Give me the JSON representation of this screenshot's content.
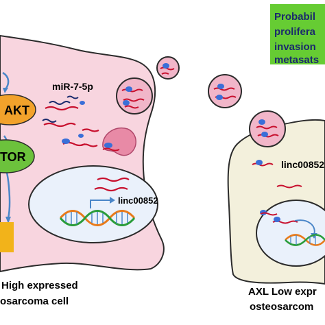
{
  "pathway": {
    "akt_label": "AKT",
    "tor_label": "TOR"
  },
  "left_cell": {
    "mirna_label": "miR-7-5p",
    "linc_label": "linc00852",
    "caption_line1": "High expressed",
    "caption_line2": "osarcoma cell"
  },
  "right_cell": {
    "linc_label": "linc00852",
    "caption_line1": "AXL Low expr",
    "caption_line2": "osteosarcom"
  },
  "outcome_box": {
    "lines": [
      "Probabil",
      "prolifera",
      "invasion",
      "metasats"
    ]
  },
  "colors": {
    "left_cytoplasm": "#f8d5df",
    "right_cytoplasm": "#f3f0dc",
    "nucleus": "#eaf1fb",
    "akt_fill": "#f2a22b",
    "tor_fill": "#6cc23c",
    "outcome_box": "#66cc33",
    "rna_strand": "#c8102e",
    "mirna_strand": "#1a2a6c",
    "protein": "#3a6fd8",
    "arrow": "#4a86c8"
  }
}
